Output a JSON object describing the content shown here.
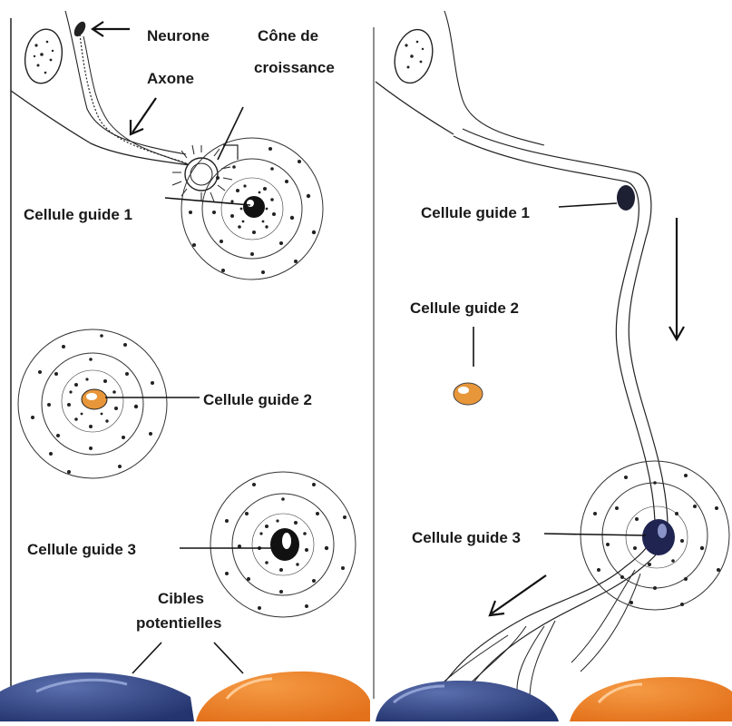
{
  "left_panel": {
    "neuron_label": "Neurone",
    "axon_label": "Axone",
    "growth_cone_label_line1": "Cône de",
    "growth_cone_label_line2": "croissance",
    "guide1_label": "Cellule guide 1",
    "guide2_label": "Cellule guide 2",
    "guide3_label": "Cellule guide 3",
    "targets_label_line1": "Cibles",
    "targets_label_line2": "potentielles"
  },
  "right_panel": {
    "guide1_label": "Cellule guide 1",
    "guide2_label": "Cellule guide 2",
    "guide3_label": "Cellule guide 3"
  },
  "colors": {
    "blue_target": "#2a3d7c",
    "orange_target": "#ef7a1e",
    "guide2_orange": "#e8963a",
    "ink": "#1a1a1a"
  }
}
